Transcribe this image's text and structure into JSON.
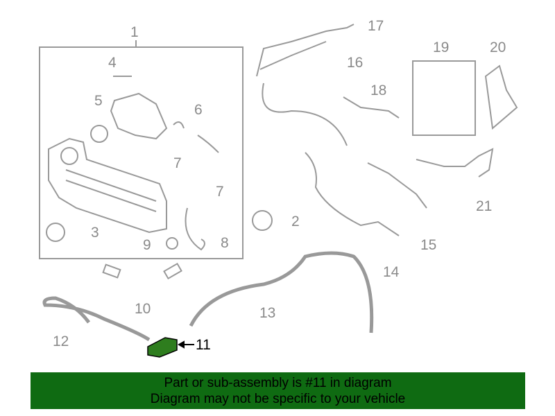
{
  "diagram": {
    "labels": [
      "1",
      "2",
      "3",
      "4",
      "5",
      "6",
      "7",
      "7",
      "8",
      "9",
      "10",
      "11",
      "12",
      "13",
      "14",
      "15",
      "16",
      "17",
      "18",
      "19",
      "20",
      "21"
    ],
    "highlighted_part": "11",
    "highlight_color": "#2e7d1e"
  },
  "banner": {
    "line1": "Part or sub-assembly is #11 in diagram",
    "line2": "Diagram may not be specific to your vehicle",
    "color": "#0f6b12"
  }
}
